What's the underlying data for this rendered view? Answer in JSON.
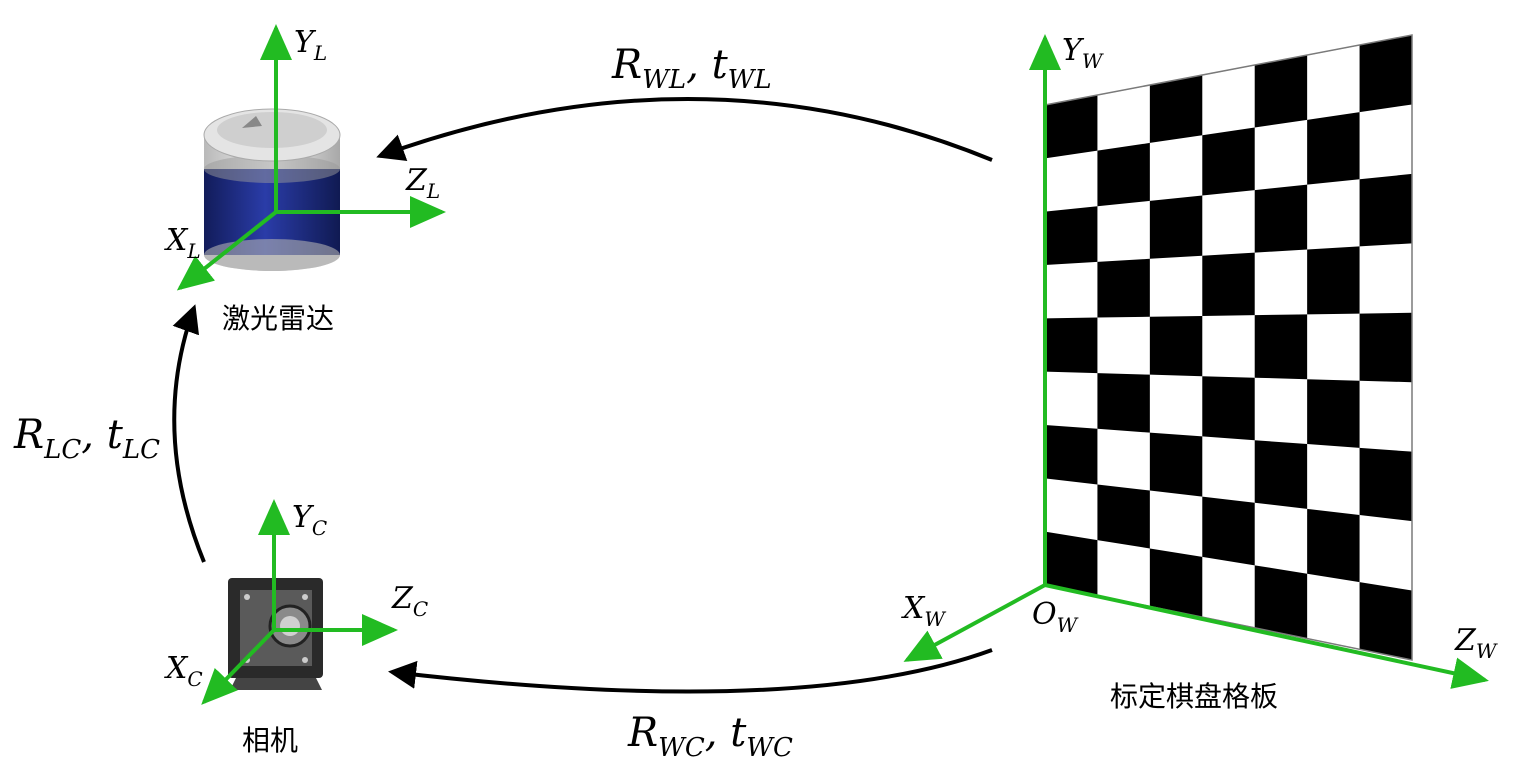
{
  "colors": {
    "axis": "#22bb22",
    "arrow": "#000000",
    "lidar_body": "#1f2f8c",
    "lidar_cap": "#d6d6d6",
    "camera": "#2a2a2a"
  },
  "labels": {
    "lidar_name": "激光雷达",
    "camera_name": "相机",
    "board_name": "标定棋盘格板"
  },
  "axes": {
    "lidar": {
      "y": "Y",
      "y_sub": "L",
      "z": "Z",
      "z_sub": "L",
      "x": "X",
      "x_sub": "L"
    },
    "camera": {
      "y": "Y",
      "y_sub": "C",
      "z": "Z",
      "z_sub": "C",
      "x": "X",
      "x_sub": "C"
    },
    "world": {
      "y": "Y",
      "y_sub": "W",
      "z": "Z",
      "z_sub": "W",
      "x": "X",
      "x_sub": "W",
      "o": "O",
      "o_sub": "W"
    }
  },
  "relations": {
    "wl": {
      "r": "R",
      "r_sub": "WL",
      "sep": ", ",
      "t": "t",
      "t_sub": "WL"
    },
    "lc": {
      "r": "R",
      "r_sub": "LC",
      "sep": ", ",
      "t": "t",
      "t_sub": "LC"
    },
    "wc": {
      "r": "R",
      "r_sub": "WC",
      "sep": ", ",
      "t": "t",
      "t_sub": "WC"
    }
  }
}
